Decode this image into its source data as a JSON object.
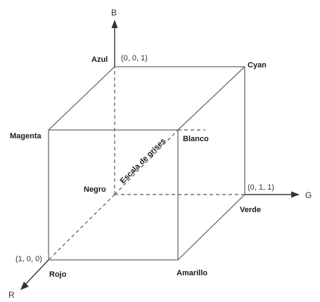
{
  "axes": {
    "b": "B",
    "g": "G",
    "r": "R"
  },
  "coordinates": {
    "blue": "(0, 0, 1)",
    "green": "(0, 1, 1)",
    "red": "(1, 0, 0)"
  },
  "vertices": {
    "blue": "Azul",
    "cyan": "Cyan",
    "magenta": "Magenta",
    "white": "Blanco",
    "black": "Negro",
    "green": "Verde",
    "red": "Rojo",
    "yellow": "Amarillo"
  },
  "diagonal_label": "Escala de grises"
}
